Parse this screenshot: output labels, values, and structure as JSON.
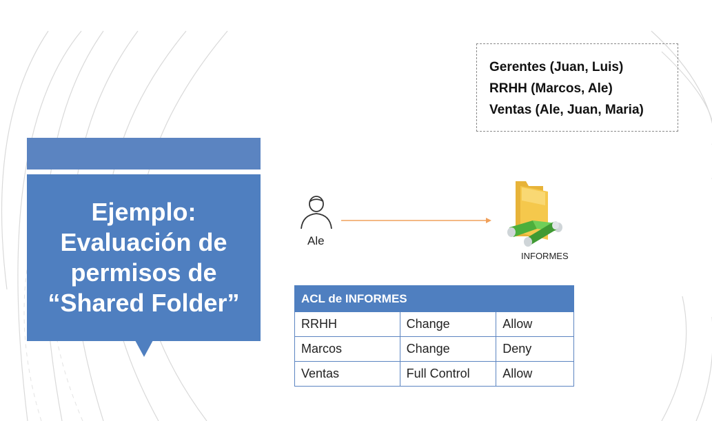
{
  "slide": {
    "title": "Ejemplo: Evaluación de permisos de “Shared Folder”",
    "groups": [
      "Gerentes (Juan, Luis)",
      "RRHH (Marcos, Ale)",
      "Ventas (Ale, Juan, Maria)"
    ],
    "user_label": "Ale",
    "folder_label": "INFORMES",
    "acl": {
      "header": "ACL de INFORMES",
      "rows": [
        [
          "RRHH",
          "Change",
          "Allow"
        ],
        [
          "Marcos",
          "Change",
          "Deny"
        ],
        [
          "Ventas",
          "Full Control",
          "Allow"
        ]
      ]
    },
    "colors": {
      "accent_blue": "#4f7fc0",
      "arrow_orange": "#f0a05a",
      "folder_yellow": "#f5c84c",
      "share_green": "#4caf3c"
    },
    "icons": [
      "user-icon",
      "shared-folder-icon"
    ]
  }
}
